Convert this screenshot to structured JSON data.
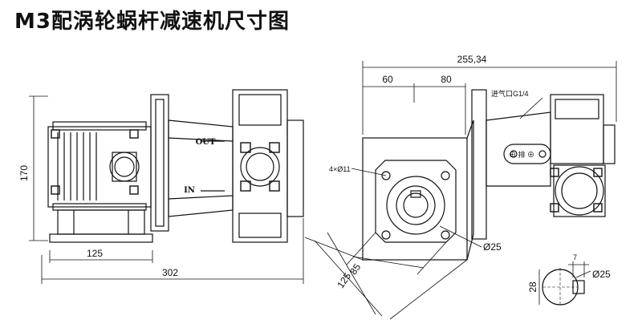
{
  "title": "M3配涡轮蜗杆减速机尺寸图",
  "dimensions": {
    "height_left": "170",
    "base_width": "125",
    "overall_length": "302",
    "overall_right": "255,34",
    "d60": "60",
    "d80": "80",
    "bolt_holes": "4×Ø11",
    "bore": "Ø25",
    "d85": "85",
    "d125": "125",
    "key_width": "7",
    "key_height": "28",
    "shaft_dia": "Ø25"
  },
  "labels": {
    "out": "OUT",
    "in": "IN",
    "inlet": "进气口G1/4",
    "exhaust": "⊕ 排 ⊕"
  },
  "colors": {
    "ink": "#111111",
    "paper": "#ffffff"
  }
}
